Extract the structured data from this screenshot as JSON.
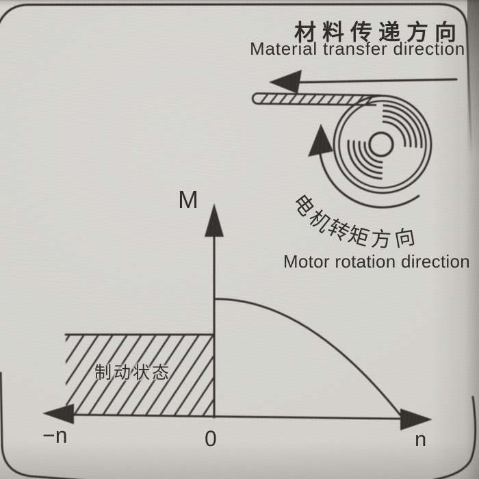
{
  "colors": {
    "paper": "#d3d2cd",
    "ink": "#2e2c29"
  },
  "header": {
    "title_zh": "材料传递方向",
    "title_en": "Material transfer direction"
  },
  "transfer": {
    "arrow_direction": "left"
  },
  "motor": {
    "label_zh_chars": [
      "电",
      "机",
      "转",
      "矩",
      "方",
      "向"
    ],
    "label_en": "Motor rotation direction",
    "rotation_arrow_direction": "counterclockwise"
  },
  "graph": {
    "y_axis_label": "M",
    "x_left_label": "−n",
    "x_origin_label": "0",
    "x_right_label": "n",
    "brake_region_label": "制动状态"
  }
}
